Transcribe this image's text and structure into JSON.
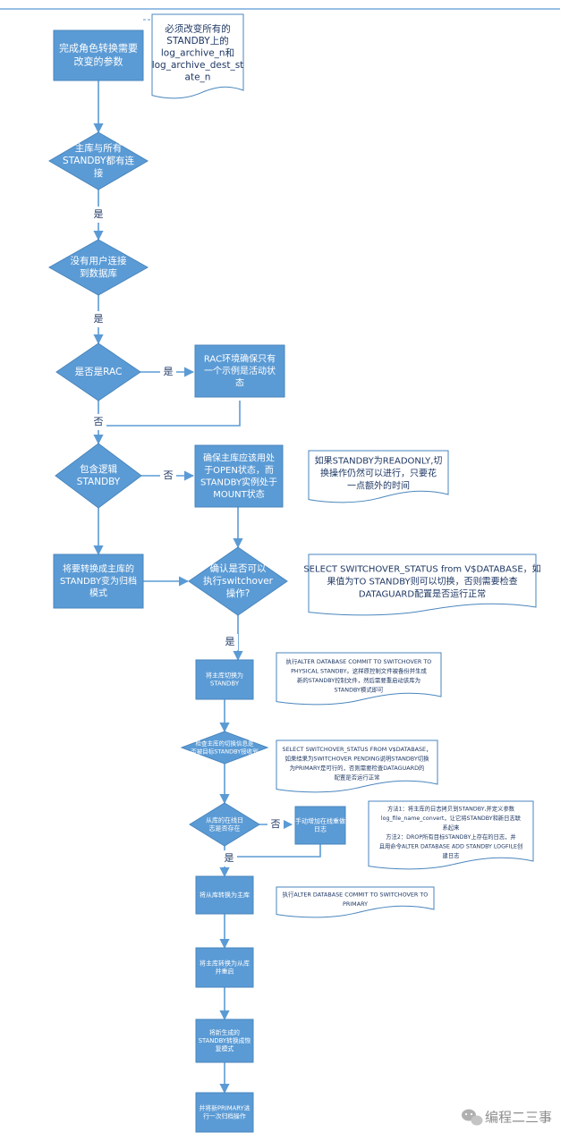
{
  "colors": {
    "box_fill": "#5b9bd5",
    "box_stroke": "#4a86bd",
    "arrow": "#5b9bd5",
    "note_stroke": "#4a86bd",
    "note_text": "#1f3864",
    "box_text": "#ffffff",
    "label_text": "#1f3864",
    "top_rule": "#5b9bd5"
  },
  "nodes": {
    "start": "完成角色转换需要\n改变的参数",
    "d_connect": "主库与所有\nSTANDBY都有连\n接",
    "d_nouser": "没有用户连接\n到数据库",
    "d_rac": "是否是RAC",
    "rac_box": "RAC环境确保只有\n一个示例是活动状\n态",
    "d_logic": "包含逻辑\nSTANDBY",
    "open_box": "确保主库应该用处\n于OPEN状态，而\nSTANDBY实例处于\nMOUNT状态",
    "archive_box": "将要转换成主库的\nSTANDBY变为归档\n模式",
    "d_switch": "确认是否可以\n执行switchover\n操作?",
    "to_standby": "将主库切换为\nSTANDBY",
    "d_received": "检查主库的切换信息是\n否被目标STANDBY接收到",
    "d_logs": "从库的在线日\n志是否存在",
    "add_log": "手动增加在线重做\n日志",
    "to_primary": "将从库转换为主库",
    "restart": "将主库转换为从库\n并重启",
    "recover": "将新生成的\nSTANDBY转换成恢\n复模式",
    "archive_op": "并将新PRIMARY进\n行一次归档操作"
  },
  "notes": {
    "params": "必须改变所有的\nSTANDBY上的\nlog_archive_n和\nlog_archive_dest_st\nate_n",
    "readonly": "如果STANDBY为READONLY,切\n换操作仍然可以进行，只要花\n一点额外的时间",
    "switchover_status": "SELECT SWITCHOVER_STATUS from V$DATABASE，如\n果值为TO STANDBY则可以切换，否则需要检查\nDATAGUARD配置是否运行正常",
    "commit_standby": "执行ALTER DATABASE COMMIT TO SWITCHOVER TO\nPHYSICAL STANDBY。这样原控制文件被备份并生成\n新的STANDBY控制文件，然后需要重启动该库为\nSTANDBY模式即可",
    "pending": "SELECT SWITCHOVER_STATUS FROM V$DATABASE，\n如果结果为SWITCHOVER PENDING说明STANDBY切换\n为PRIMARY是可行的，否则需要检查DATAGUARD的\n配置是否运行正常",
    "methods": "方法1：将主库的日志拷贝到STANDBY,并定义参数\nlog_file_name_convert，让它将STANDBY和新日志联\n系起来\n方法2：DROP所有目标STANDBY上存在的日志，并\n且用命令ALTER DATABASE ADD STANDBY LOGFILE创\n建日志",
    "commit_primary": "执行ALTER DATABASE COMMIT TO SWITCHOVER TO\nPRIMARY"
  },
  "edge_labels": {
    "yes_1": "是",
    "yes_2": "是",
    "yes_rac": "是",
    "no_rac": "否",
    "no_logic": "否",
    "yes_switch": "是",
    "no_logs": "否",
    "yes_logs": "是"
  },
  "watermark": {
    "icon": "wechat-icon",
    "text": "编程二三事"
  }
}
